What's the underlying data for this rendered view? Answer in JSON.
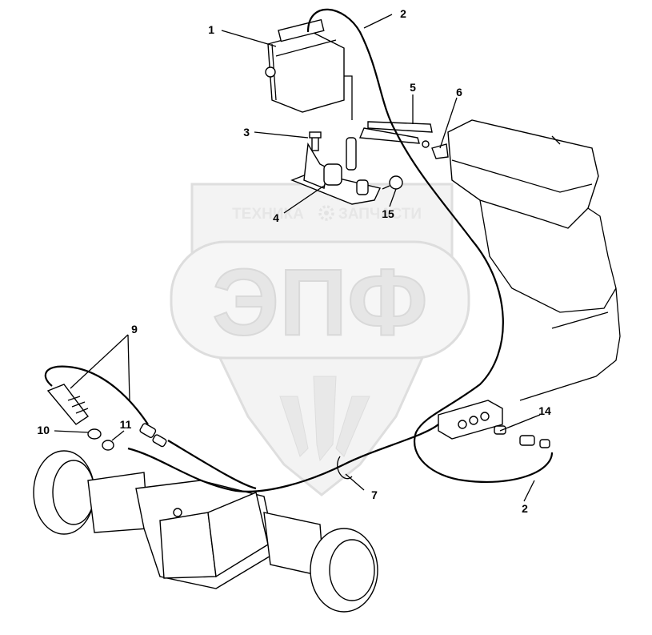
{
  "watermark": {
    "top_text_left": "ТЕХНИКА",
    "top_text_right": "ЗАПЧАСТИ",
    "main_text": "ЭПФ",
    "gear_icon": "gear-icon"
  },
  "callouts": [
    {
      "id": "callout-1",
      "text": "1"
    },
    {
      "id": "callout-2-top",
      "text": "2"
    },
    {
      "id": "callout-3",
      "text": "3"
    },
    {
      "id": "callout-4",
      "text": "4"
    },
    {
      "id": "callout-5",
      "text": "5"
    },
    {
      "id": "callout-6",
      "text": "6"
    },
    {
      "id": "callout-15",
      "text": "15"
    },
    {
      "id": "callout-9",
      "text": "9"
    },
    {
      "id": "callout-10",
      "text": "10"
    },
    {
      "id": "callout-11",
      "text": "11"
    },
    {
      "id": "callout-14",
      "text": "14"
    },
    {
      "id": "callout-7",
      "text": "7"
    },
    {
      "id": "callout-2-bottom",
      "text": "2"
    }
  ]
}
